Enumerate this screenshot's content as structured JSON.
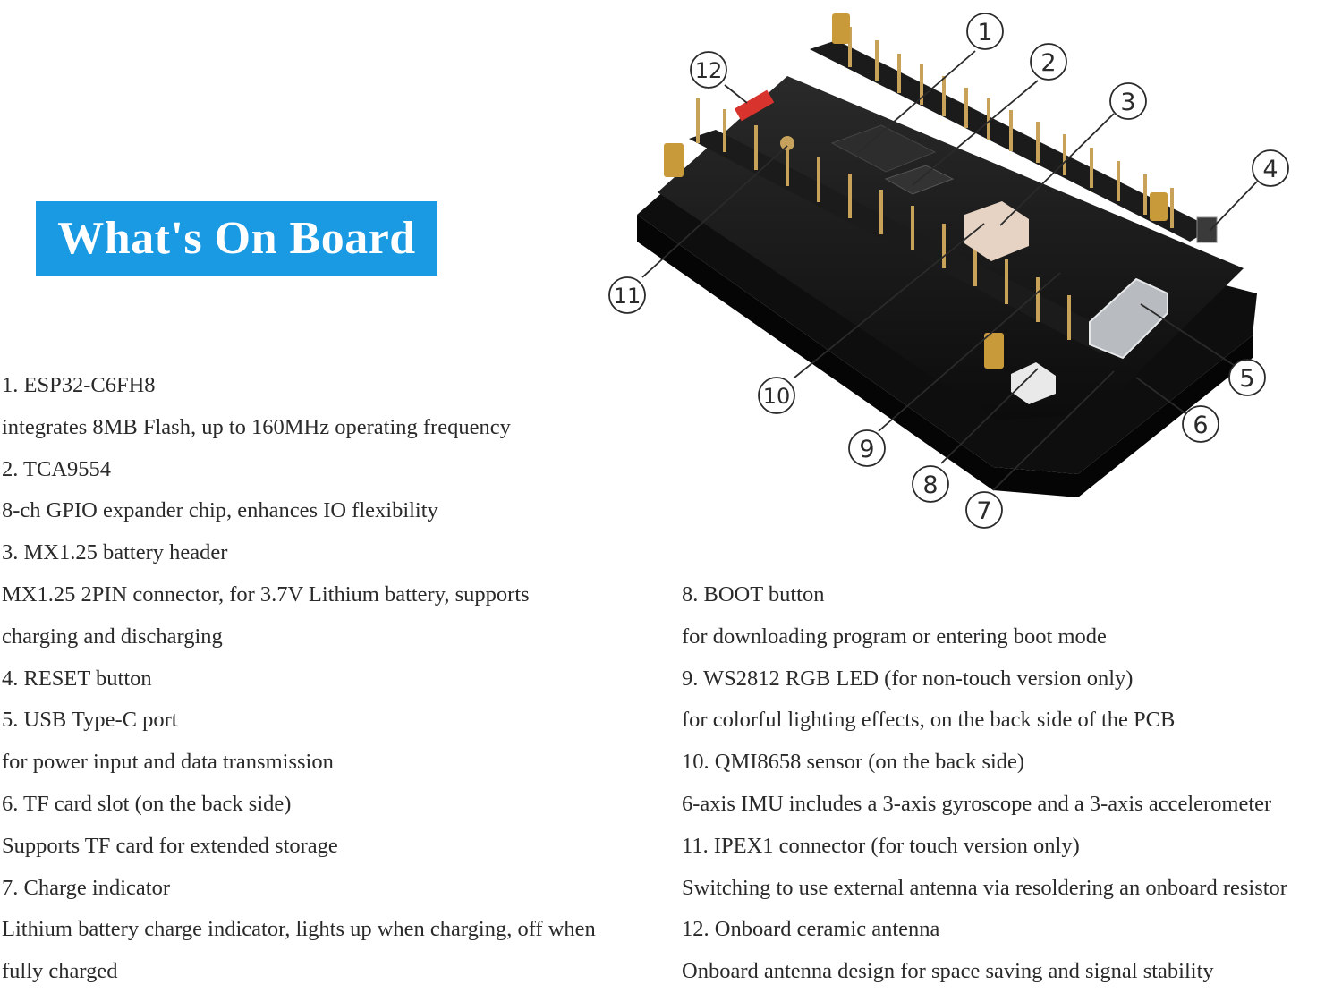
{
  "title": "What's On Board",
  "components": [
    {
      "label": "1. ESP32-C6FH8",
      "desc": "integrates 8MB Flash, up to 160MHz operating frequency"
    },
    {
      "label": "2. TCA9554",
      "desc": "8-ch GPIO expander chip, enhances IO flexibility"
    },
    {
      "label": "3. MX1.25 battery header",
      "desc": "MX1.25 2PIN connector, for 3.7V Lithium battery, supports charging and discharging"
    },
    {
      "label": "4. RESET button",
      "desc": ""
    },
    {
      "label": "5. USB Type-C port",
      "desc": "for power input and data transmission"
    },
    {
      "label": "6. TF card slot (on the back side)",
      "desc": "Supports TF card for extended storage"
    },
    {
      "label": "7. Charge indicator",
      "desc": "Lithium battery charge indicator, lights up when charging, off when fully charged"
    },
    {
      "label": "8. BOOT button",
      "desc": "for downloading program or entering boot mode"
    },
    {
      "label": "9. WS2812 RGB LED (for non-touch version only)",
      "desc": "for colorful lighting effects, on the back side of the PCB"
    },
    {
      "label": "10. QMI8658 sensor (on the back side)",
      "desc": "6-axis IMU includes a 3-axis gyroscope and a 3-axis accelerometer"
    },
    {
      "label": "11. IPEX1 connector (for touch version only)",
      "desc": "Switching to use external antenna via resoldering an onboard resistor"
    },
    {
      "label": "12. Onboard ceramic antenna",
      "desc": "Onboard antenna design for space saving and signal stability"
    }
  ],
  "callouts": [
    "1",
    "2",
    "3",
    "4",
    "5",
    "6",
    "7",
    "8",
    "9",
    "10",
    "11",
    "12"
  ],
  "colors": {
    "banner": "#199ae3",
    "banner_text": "#ffffff",
    "text": "#2a2a2a",
    "pcb": "#141414",
    "pins": "#c9a25a"
  }
}
